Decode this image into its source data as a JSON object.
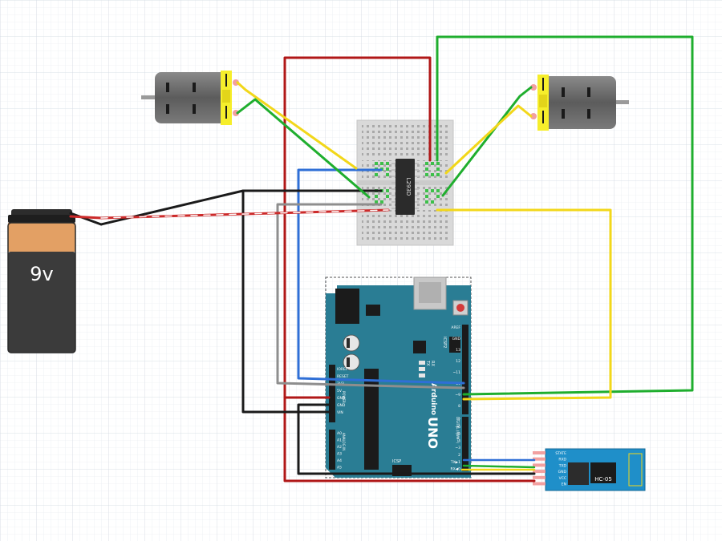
{
  "battery": {
    "label": "9v"
  },
  "driver_chip": {
    "label": "L293D"
  },
  "arduino": {
    "brand": "Arduino",
    "model": "UNO",
    "icsp_label": "ICSP",
    "icsp2_label": "ICSP2",
    "tx_label": "TX",
    "rx_label": "RX",
    "l_label": "L",
    "power_header_label": "POWER",
    "analog_header_label": "ANALOG IN",
    "digital_header_label": "DIGITAL (PWM~)",
    "power_pins": [
      "IOREF",
      "RESET",
      "3V3",
      "5V",
      "GND",
      "GND",
      "VIN"
    ],
    "analog_pins": [
      "A0",
      "A1",
      "A2",
      "A3",
      "A4",
      "A5"
    ],
    "digital_pins_top": [
      "AREF",
      "GND",
      "13",
      "12",
      "~11",
      "~10",
      "~9",
      "8"
    ],
    "digital_pins_bottom": [
      "7",
      "~6",
      "~5",
      "4",
      "~3",
      "2",
      "TX▶1",
      "RX◀0"
    ]
  },
  "bluetooth": {
    "label": "HC-05",
    "pins": [
      "STATE",
      "RXD",
      "TXD",
      "GND",
      "VCC",
      "EN"
    ]
  },
  "colors": {
    "wire_red": "#b01717",
    "wire_green": "#1fae2e",
    "wire_yellow": "#f2d71a",
    "wire_blue": "#2f6fd6",
    "wire_black": "#1a1a1a",
    "wire_gray": "#8e8e8e",
    "arduino_board": "#2a7d94",
    "bluetooth_board": "#1f8fc9",
    "motor_body": "#666666",
    "motor_cap": "#f6ee2b",
    "battery_top": "#e09a5a",
    "battery_bottom": "#3a3a3a"
  }
}
